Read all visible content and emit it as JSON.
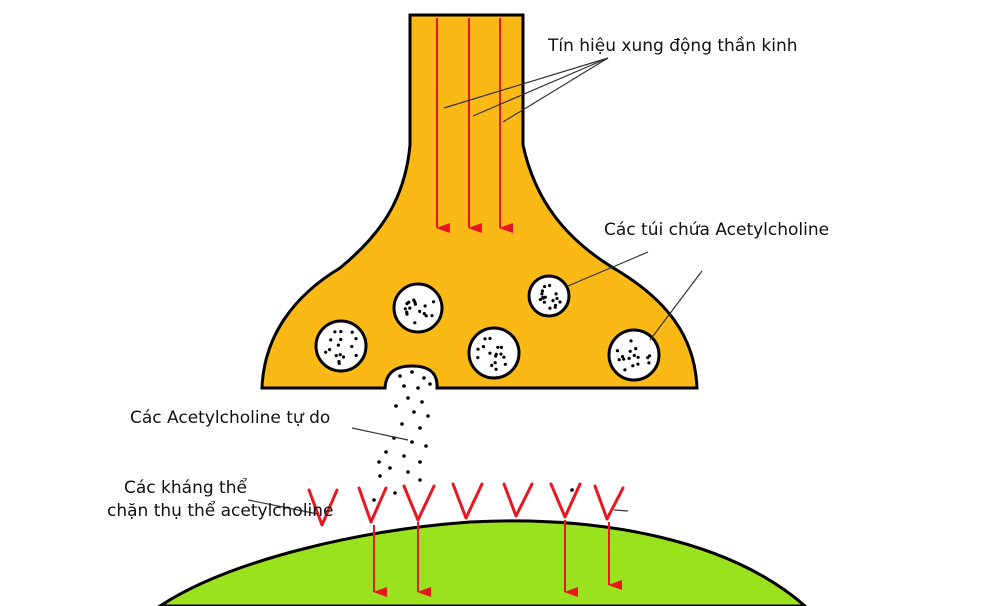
{
  "labels": {
    "nerve_signal": "Tín hiệu xung động thần kinh",
    "vesicles": "Các túi chứa Acetylcholine",
    "free_ach": "Các Acetylcholine tự do",
    "antibodies_line1": "Các kháng thể",
    "antibodies_line2": "chặn thụ thể acetylcholine"
  },
  "colors": {
    "axon": "#fbb916",
    "outline": "#000000",
    "membrane": "#9be21e",
    "arrow": "#e8161e",
    "vesicle": "#ffffff",
    "dot": "#000000"
  }
}
